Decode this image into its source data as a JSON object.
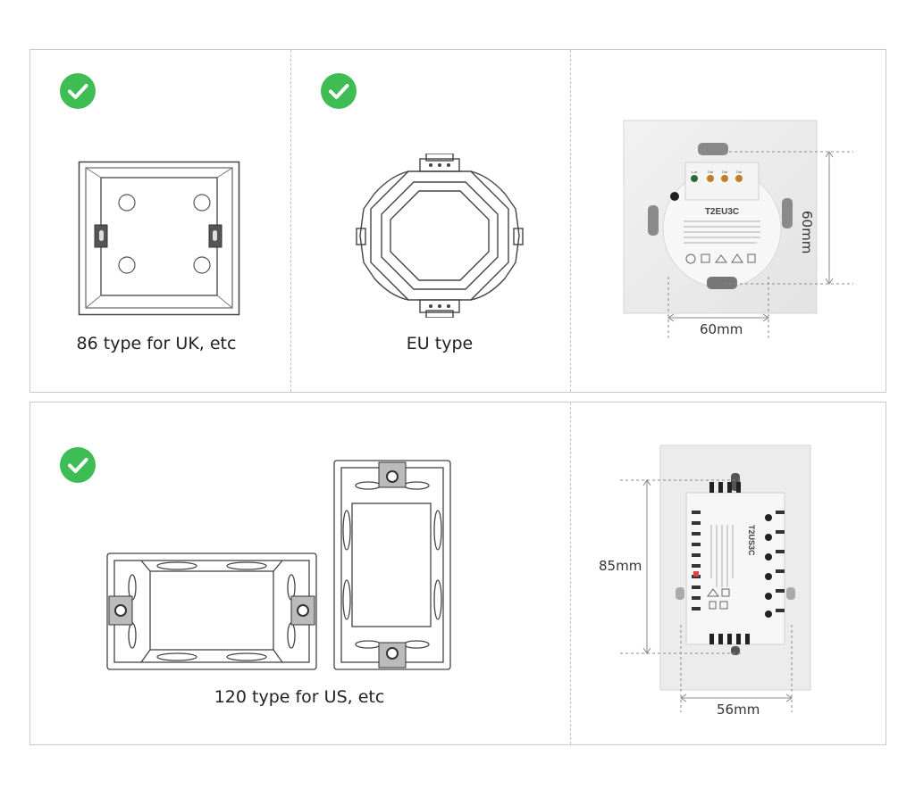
{
  "captions": {
    "uk_box": "86 type for UK, etc",
    "eu_box": "EU type",
    "us_box": "120 type for US, etc"
  },
  "icons": {
    "check": "check-circle-icon",
    "check_color": "#3dbd54"
  },
  "eu_device": {
    "model": "T2EU3C",
    "width_label": "60mm",
    "height_label": "60mm",
    "terminals": [
      "L-in",
      "Out",
      "Out",
      "Out"
    ]
  },
  "us_device": {
    "model": "T2US3C",
    "width_label": "56mm",
    "height_label": "85mm"
  }
}
